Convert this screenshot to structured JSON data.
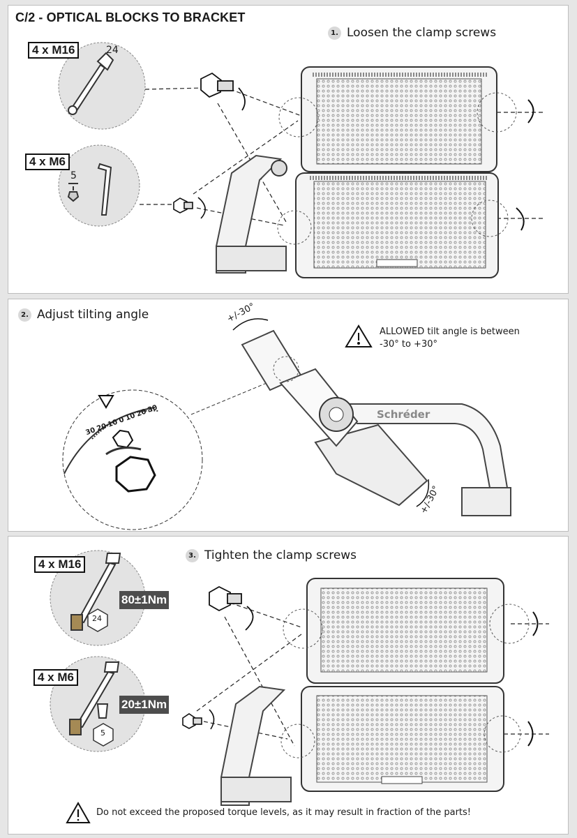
{
  "section_title": "C/2 - OPTICAL BLOCKS TO BRACKET",
  "step1": {
    "num": "1.",
    "label": "Loosen the clamp screws",
    "tool1_bolt": "4 x M16",
    "tool1_size": "24",
    "tool2_bolt": "4 x M6",
    "tool2_size": "5"
  },
  "step2": {
    "num": "2.",
    "label": "Adjust tilting angle",
    "angle_top": "+/-30°",
    "angle_bottom": "+/-30°",
    "warning_line1": "ALLOWED tilt angle is between",
    "warning_line2": "-30° to +30°",
    "scale": [
      "30",
      "20",
      "10",
      "0",
      "10",
      "20",
      "30"
    ],
    "brand": "Schréder"
  },
  "step3": {
    "num": "3.",
    "label": "Tighten the clamp screws",
    "tool1_bolt": "4 x M16",
    "tool1_torque": "80±1Nm",
    "tool1_size": "24",
    "tool2_bolt": "4 x M6",
    "tool2_torque": "20±1Nm",
    "tool2_size": "5"
  },
  "footer_warning": "Do not exceed the proposed torque levels, as it may result in fraction of the parts!"
}
